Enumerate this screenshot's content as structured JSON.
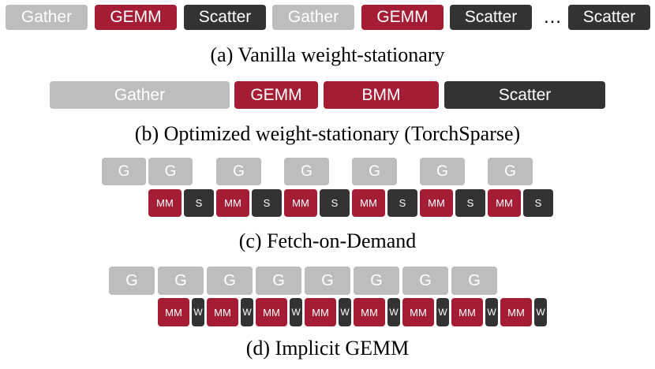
{
  "ellipsis": "…",
  "rows": [
    {
      "id": "a",
      "caption": "(a) Vanilla weight-stationary",
      "blocks": [
        {
          "label": "Gather",
          "kind": "gather"
        },
        {
          "label": "GEMM",
          "kind": "gemm"
        },
        {
          "label": "Scatter",
          "kind": "scatter"
        },
        {
          "label": "Gather",
          "kind": "gather"
        },
        {
          "label": "GEMM",
          "kind": "gemm"
        },
        {
          "label": "Scatter",
          "kind": "scatter"
        },
        {
          "label": "Scatter",
          "kind": "scatter"
        }
      ]
    },
    {
      "id": "b",
      "caption": "(b) Optimized weight-stationary (TorchSparse)",
      "blocks": [
        {
          "label": "Gather",
          "kind": "gather"
        },
        {
          "label": "GEMM",
          "kind": "gemm"
        },
        {
          "label": "BMM",
          "kind": "gemm"
        },
        {
          "label": "Scatter",
          "kind": "scatter"
        }
      ]
    },
    {
      "id": "c",
      "caption": "(c) Fetch-on-Demand",
      "gather_label": "G",
      "mm_label": "MM",
      "s_label": "S"
    },
    {
      "id": "d",
      "caption": "(d) Implicit GEMM",
      "gather_label": "G",
      "mm_label": "MM",
      "w_label": "W"
    }
  ]
}
